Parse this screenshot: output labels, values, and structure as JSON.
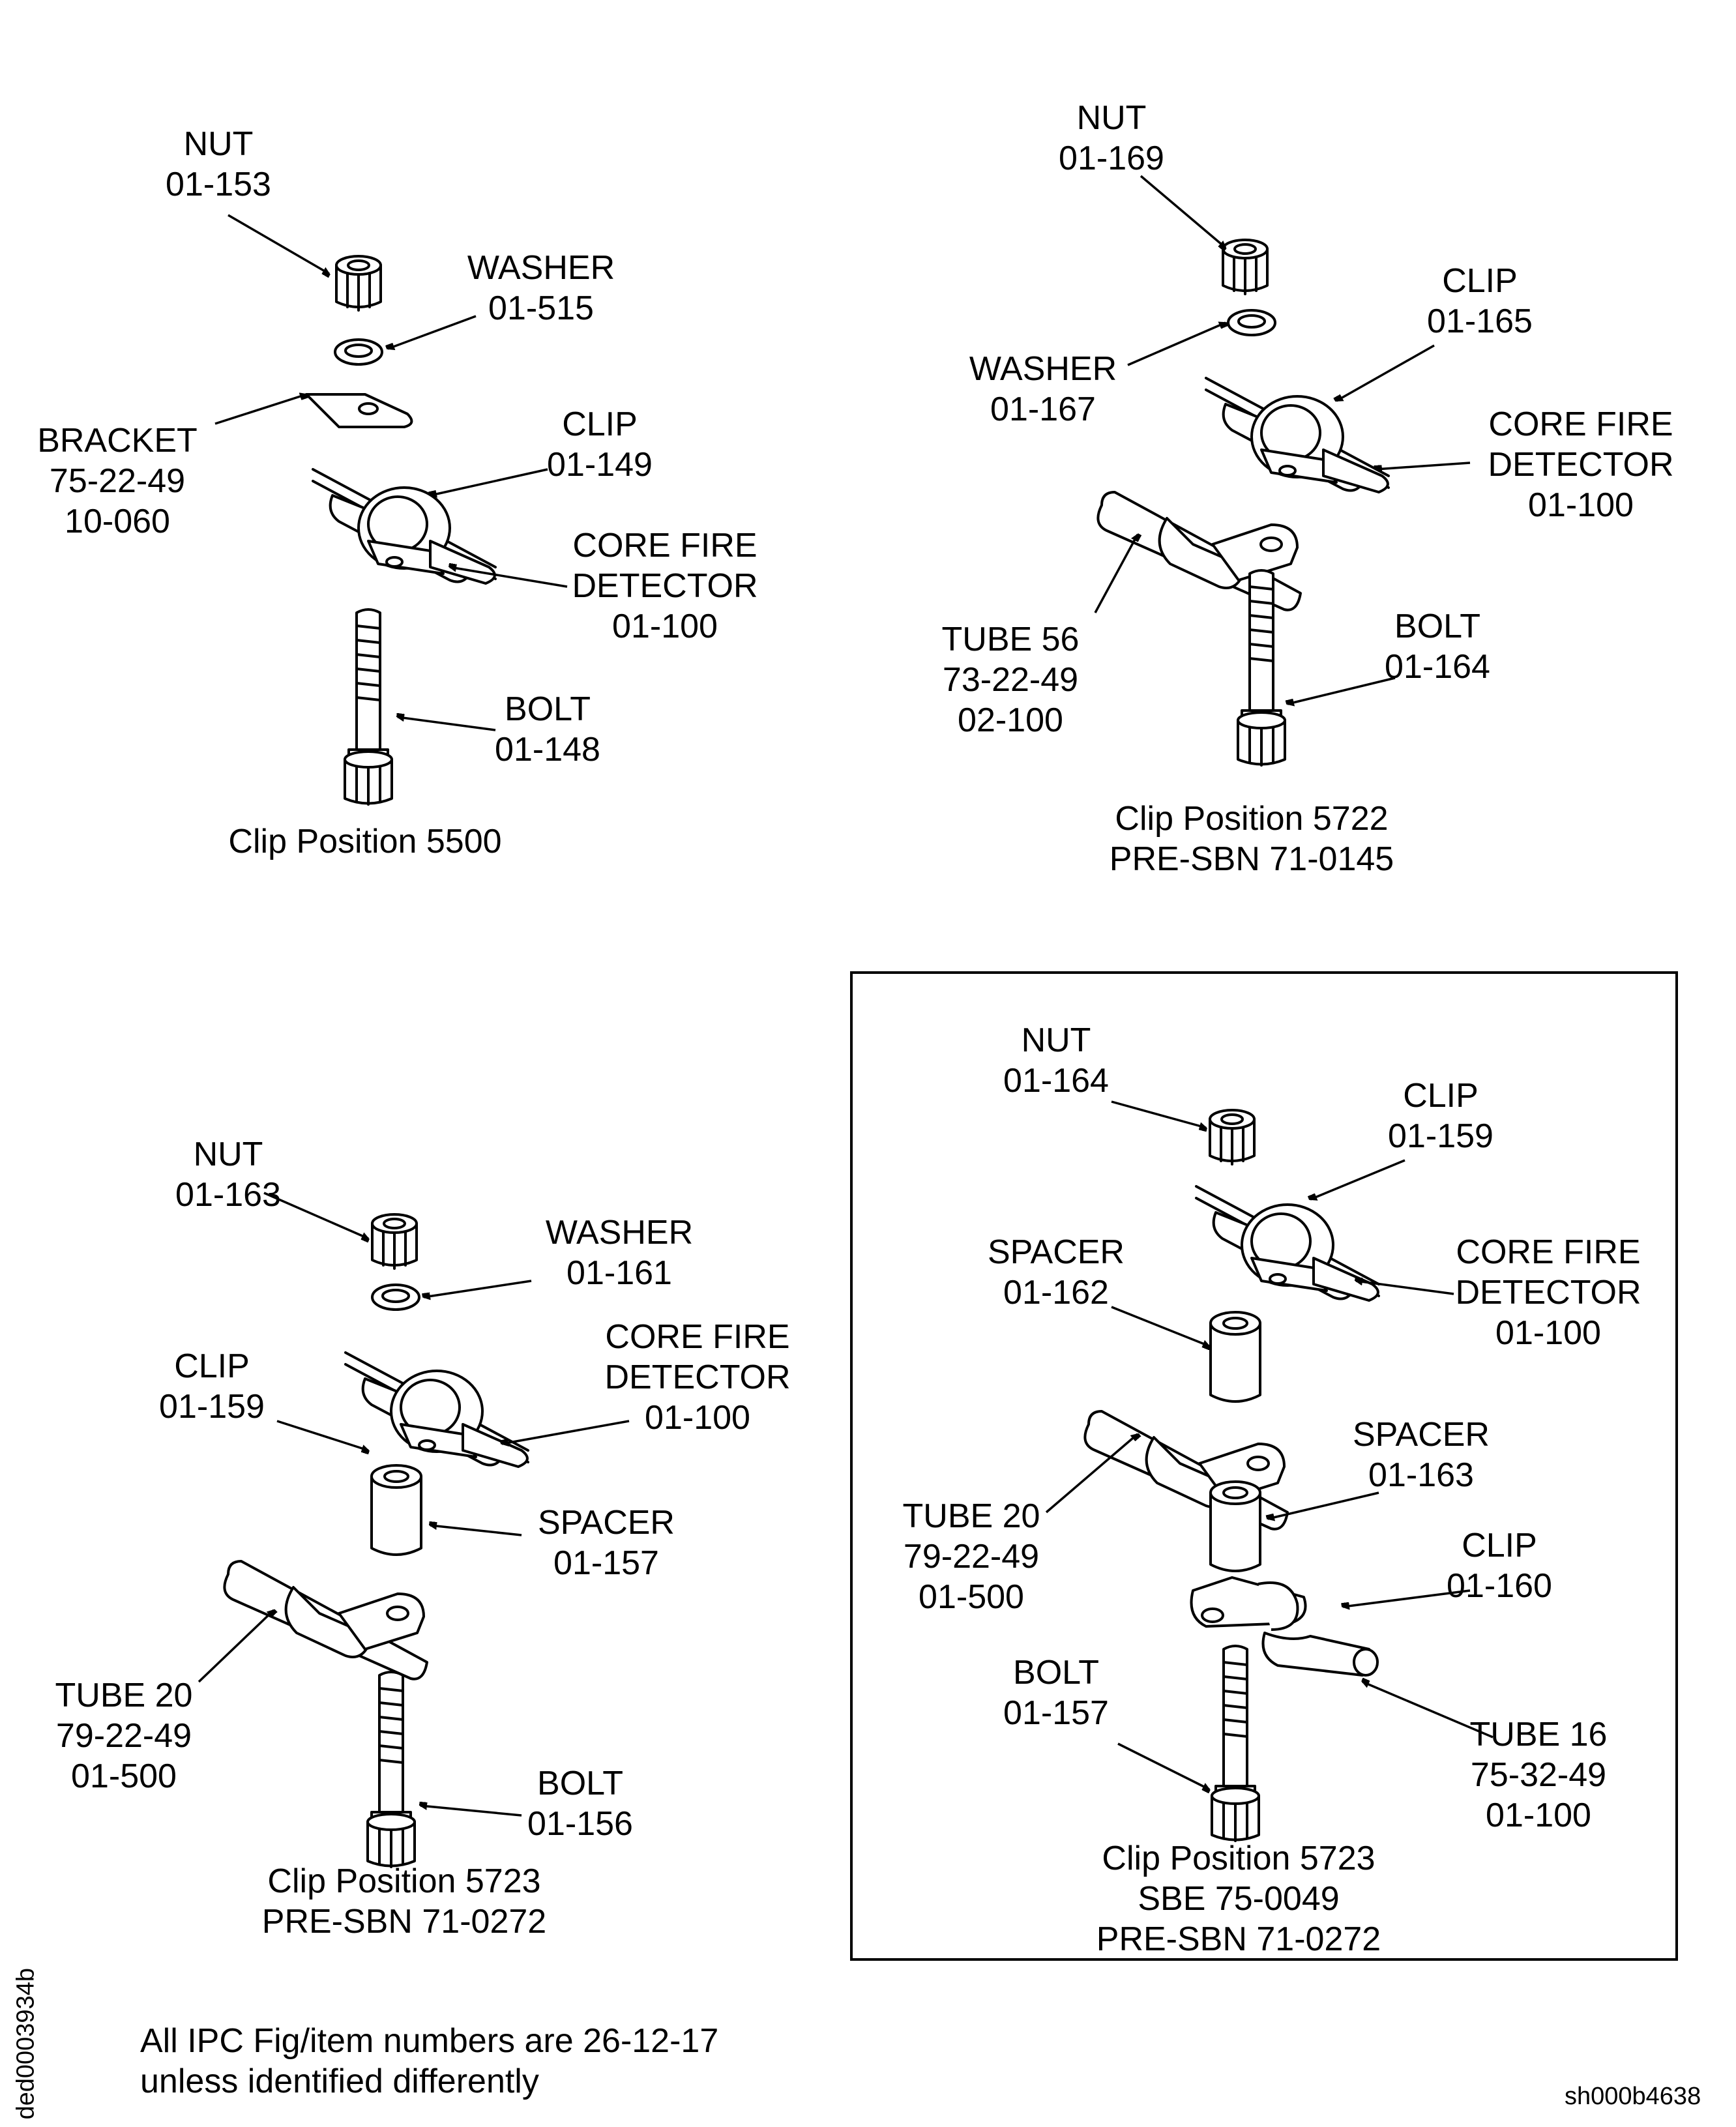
{
  "views": [
    {
      "caption": [
        "Clip Position 5500"
      ],
      "labels": {
        "nut": [
          "NUT",
          "01-153"
        ],
        "washer": [
          "WASHER",
          "01-515"
        ],
        "bracket": [
          "BRACKET",
          "75-22-49",
          "10-060"
        ],
        "clip": [
          "CLIP",
          "01-149"
        ],
        "detector": [
          "CORE FIRE",
          "DETECTOR",
          "01-100"
        ],
        "bolt": [
          "BOLT",
          "01-148"
        ]
      }
    },
    {
      "caption": [
        "Clip Position 5722",
        "PRE-SBN 71-0145"
      ],
      "labels": {
        "nut": [
          "NUT",
          "01-169"
        ],
        "clip": [
          "CLIP",
          "01-165"
        ],
        "washer": [
          "WASHER",
          "01-167"
        ],
        "detector": [
          "CORE FIRE",
          "DETECTOR",
          "01-100"
        ],
        "tube": [
          "TUBE 56",
          "73-22-49",
          "02-100"
        ],
        "bolt": [
          "BOLT",
          "01-164"
        ]
      }
    },
    {
      "caption": [
        "Clip Position 5723",
        "PRE-SBN 71-0272"
      ],
      "labels": {
        "nut": [
          "NUT",
          "01-163"
        ],
        "washer": [
          "WASHER",
          "01-161"
        ],
        "detector": [
          "CORE FIRE",
          "DETECTOR",
          "01-100"
        ],
        "clip": [
          "CLIP",
          "01-159"
        ],
        "spacer": [
          "SPACER",
          "01-157"
        ],
        "tube": [
          "TUBE 20",
          "79-22-49",
          "01-500"
        ],
        "bolt": [
          "BOLT",
          "01-156"
        ]
      }
    },
    {
      "caption": [
        "Clip Position 5723",
        "SBE 75-0049",
        "PRE-SBN 71-0272"
      ],
      "labels": {
        "nut": [
          "NUT",
          "01-164"
        ],
        "clip_top": [
          "CLIP",
          "01-159"
        ],
        "spacer_top": [
          "SPACER",
          "01-162"
        ],
        "detector": [
          "CORE FIRE",
          "DETECTOR",
          "01-100"
        ],
        "spacer_mid": [
          "SPACER",
          "01-163"
        ],
        "tube20": [
          "TUBE 20",
          "79-22-49",
          "01-500"
        ],
        "clip_low": [
          "CLIP",
          "01-160"
        ],
        "bolt": [
          "BOLT",
          "01-157"
        ],
        "tube16": [
          "TUBE 16",
          "75-32-49",
          "01-100"
        ]
      }
    }
  ],
  "footnote": [
    "All IPC Fig/item numbers are 26-12-17",
    "unless identified differently"
  ],
  "side_id": "ded0003934b",
  "sheet_id": "sh000b4638"
}
